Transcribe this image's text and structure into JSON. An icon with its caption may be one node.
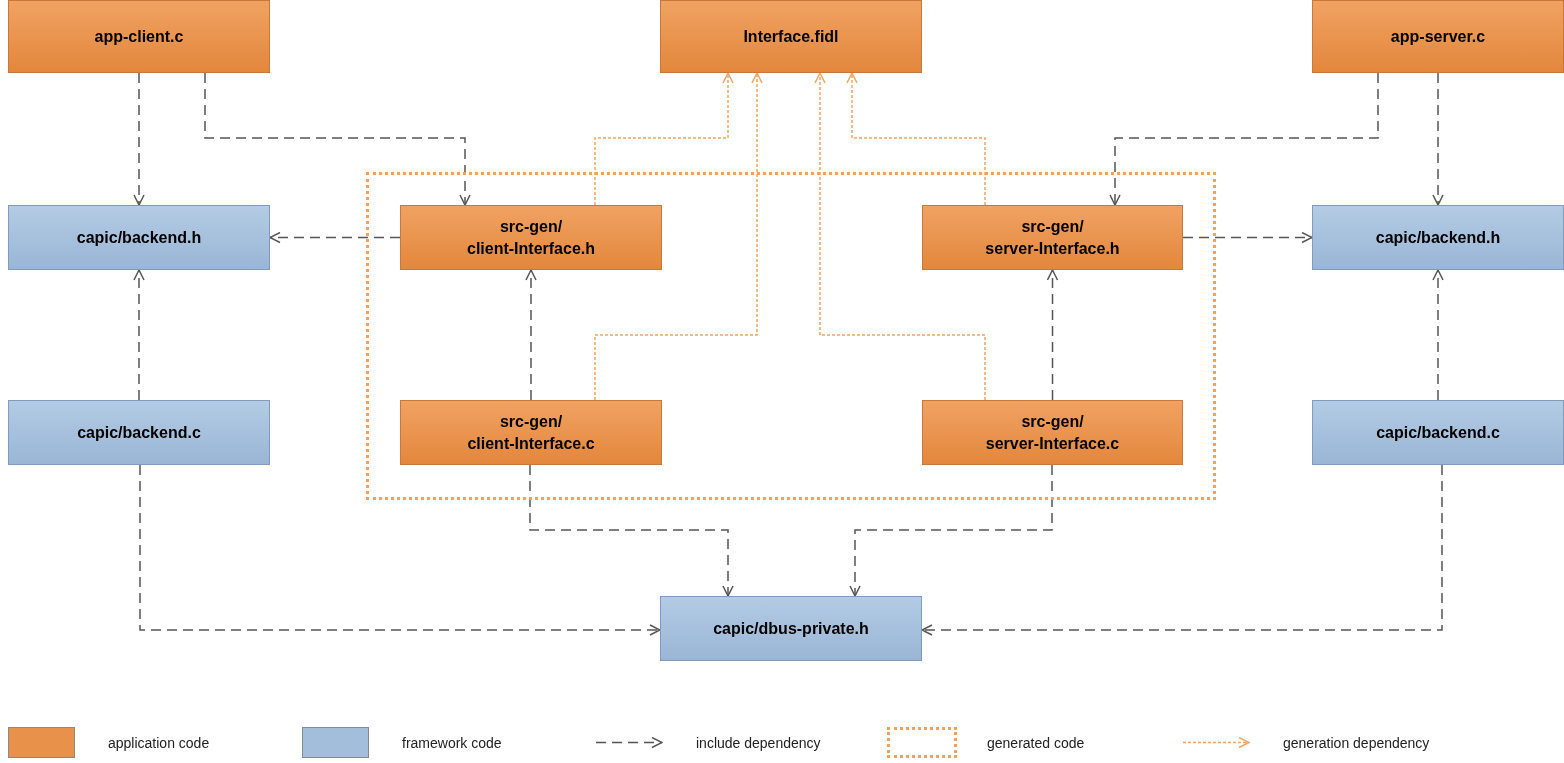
{
  "diagram": {
    "nodes": [
      {
        "text": [
          "app-client.c"
        ]
      },
      {
        "text": [
          "Interface.fidl"
        ]
      },
      {
        "text": [
          "app-server.c"
        ]
      },
      {
        "text": [
          "capic/backend.h"
        ]
      },
      {
        "text": [],
        "shape": "box"
      },
      {
        "text": [
          "src-gen/ client-Interface.h"
        ],
        "in": 4
      },
      {
        "text": [
          "src-gen/ server-Interface.h"
        ],
        "in": 4
      },
      {
        "text": [
          "capic/backend.h"
        ]
      },
      {
        "text": [
          "capic/backend.c"
        ]
      },
      {
        "text": [
          "src-gen/ client-Interface.c"
        ],
        "in": 4
      },
      {
        "text": [
          "src-gen/ server-Interface.c"
        ],
        "in": 4
      },
      {
        "text": [
          "capic/backend.c"
        ]
      },
      {
        "text": [
          "capic/dbus-private.h"
        ]
      }
    ],
    "edges": [
      {
        "from": 0,
        "to": 3,
        "arrow": "to",
        "style": "dashed"
      },
      {
        "from": 0,
        "to": 5,
        "arrow": "to",
        "style": "dashed"
      },
      {
        "from": 5,
        "to": 3,
        "arrow": "to",
        "style": "dashed"
      },
      {
        "from": 2,
        "to": 6,
        "arrow": "to",
        "style": "dashed"
      },
      {
        "from": 2,
        "to": 7,
        "arrow": "to",
        "style": "dashed"
      },
      {
        "from": 6,
        "to": 7,
        "arrow": "to",
        "style": "dashed"
      },
      {
        "from": 8,
        "to": 3,
        "arrow": "to",
        "style": "dashed"
      },
      {
        "from": 9,
        "to": 5,
        "arrow": "to",
        "style": "dashed"
      },
      {
        "from": 10,
        "to": 6,
        "arrow": "to",
        "style": "dashed"
      },
      {
        "from": 11,
        "to": 7,
        "arrow": "to",
        "style": "dashed"
      },
      {
        "from": 9,
        "to": 12,
        "arrow": "to",
        "style": "dashed"
      },
      {
        "from": 10,
        "to": 12,
        "arrow": "to",
        "style": "dashed"
      },
      {
        "from": 8,
        "to": 12,
        "arrow": "to",
        "style": "dashed"
      },
      {
        "from": 11,
        "to": 12,
        "arrow": "to",
        "style": "dashed"
      },
      {
        "from": 5,
        "to": 1,
        "arrow": "to",
        "style": "dashed",
        "color": "#f5a45e"
      },
      {
        "from": 9,
        "to": 1,
        "arrow": "to",
        "style": "dashed",
        "color": "#f5a45e"
      },
      {
        "from": 10,
        "to": 1,
        "arrow": "to",
        "style": "dashed",
        "color": "#f5a45e"
      },
      {
        "from": 6,
        "to": 1,
        "arrow": "to",
        "style": "dashed",
        "color": "#f5a45e"
      }
    ],
    "legend": [
      {
        "text": "application code",
        "color": "#e8914a"
      },
      {
        "text": "framework code",
        "color": "#a3bedb"
      },
      {
        "text": "include dependency"
      },
      {
        "text": "generated code"
      },
      {
        "text": "generation dependency"
      }
    ]
  }
}
